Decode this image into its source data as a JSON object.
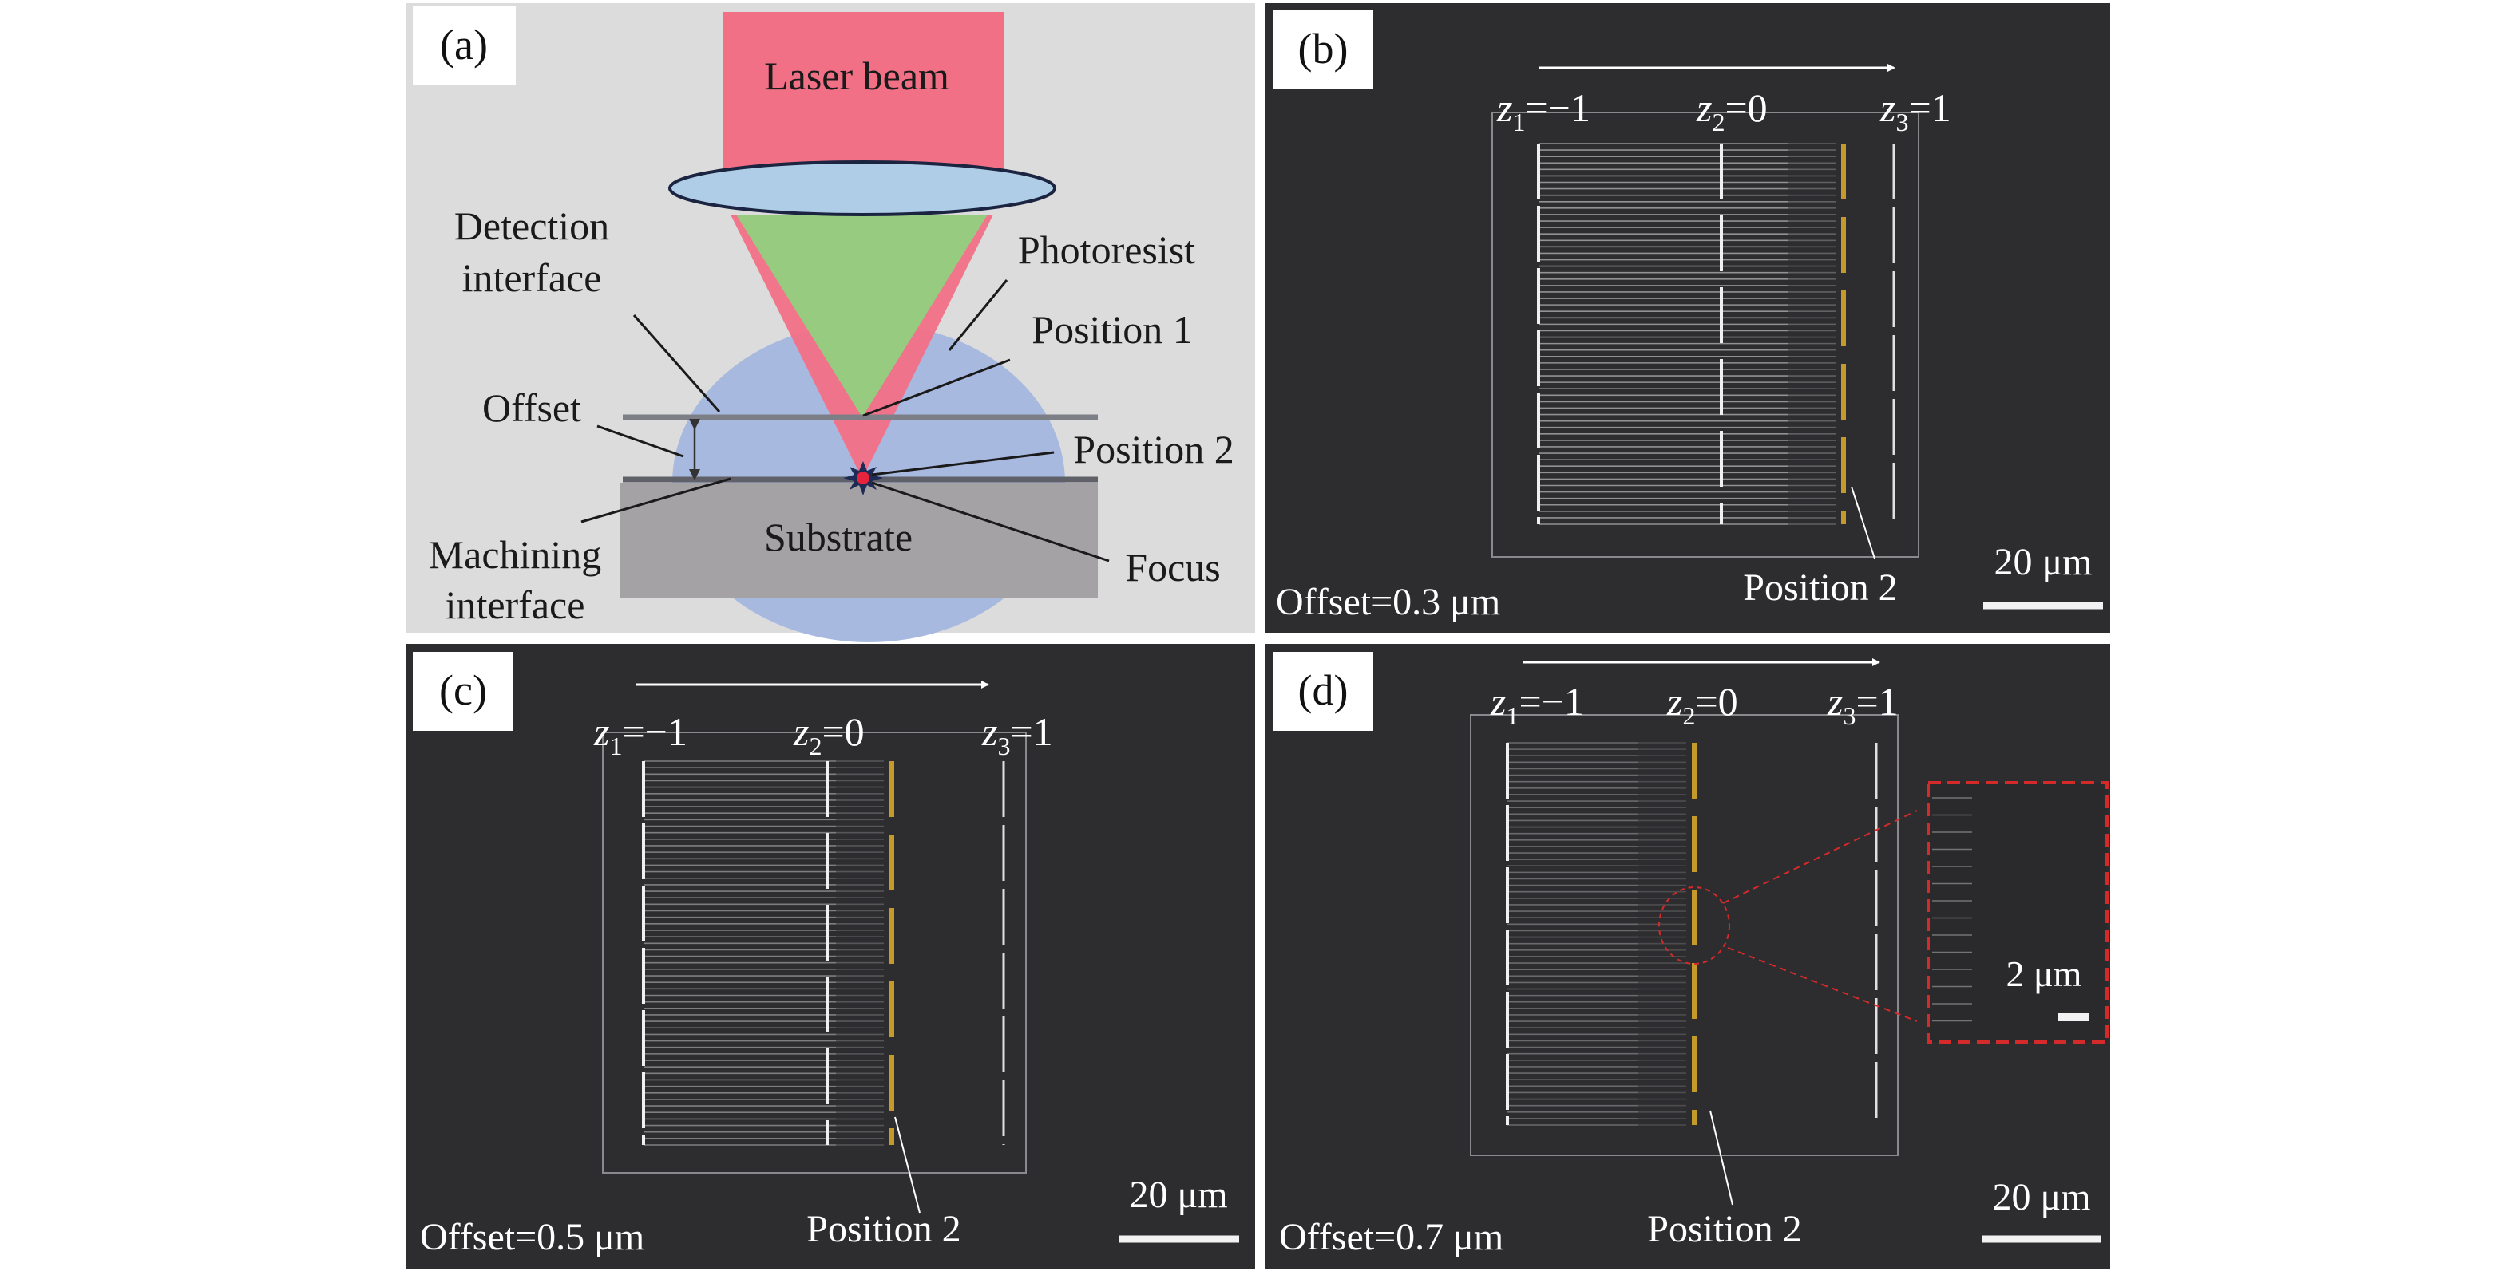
{
  "figure": {
    "panels": [
      {
        "tag": "(a)",
        "type": "schematic",
        "labels": {
          "laser_beam": "Laser beam",
          "detection_line1": "Detection",
          "detection_line2": "interface",
          "photoresist": "Photoresist",
          "position1": "Position 1",
          "offset": "Offset",
          "position2": "Position 2",
          "substrate": "Substrate",
          "machining_line1": "Machining",
          "machining_line2": "interface",
          "focus": "Focus"
        },
        "colors": {
          "background": "#dcdcdc",
          "laser": "#f27086",
          "lens": "#afcde6",
          "cone_inner": "#96cb80",
          "photoresist": "#a8b9e0",
          "substrate": "#a5a2a5",
          "interface_line": "#7d7f87",
          "focus_star": "#1f2a55",
          "focus_core": "#e8243c"
        }
      },
      {
        "tag": "(b)",
        "type": "sem",
        "z_labels": [
          {
            "var": "z",
            "sub": "1",
            "value": "=−1"
          },
          {
            "var": "z",
            "sub": "2",
            "value": "=0"
          },
          {
            "var": "z",
            "sub": "3",
            "value": "=1"
          }
        ],
        "offset_text": "Offset=0.3 μm",
        "position_label": "Position 2",
        "scale_bar_label": "20 μm"
      },
      {
        "tag": "(c)",
        "type": "sem",
        "z_labels": [
          {
            "var": "z",
            "sub": "1",
            "value": "=−1"
          },
          {
            "var": "z",
            "sub": "2",
            "value": "=0"
          },
          {
            "var": "z",
            "sub": "3",
            "value": "=1"
          }
        ],
        "offset_text": "Offset=0.5 μm",
        "position_label": "Position 2",
        "scale_bar_label": "20 μm"
      },
      {
        "tag": "(d)",
        "type": "sem",
        "z_labels": [
          {
            "var": "z",
            "sub": "1",
            "value": "=−1"
          },
          {
            "var": "z",
            "sub": "2",
            "value": "=0"
          },
          {
            "var": "z",
            "sub": "3",
            "value": "=1"
          }
        ],
        "offset_text": "Offset=0.7 μm",
        "position_label": "Position 2",
        "scale_bar_label": "20 μm",
        "inset_scale_label": "2 μm"
      }
    ],
    "colors": {
      "sem_background": "#2d2d30",
      "sem_line": "#e6e6e6",
      "position2_marker": "#c49a2a",
      "inset_border": "#d42a2a"
    }
  }
}
